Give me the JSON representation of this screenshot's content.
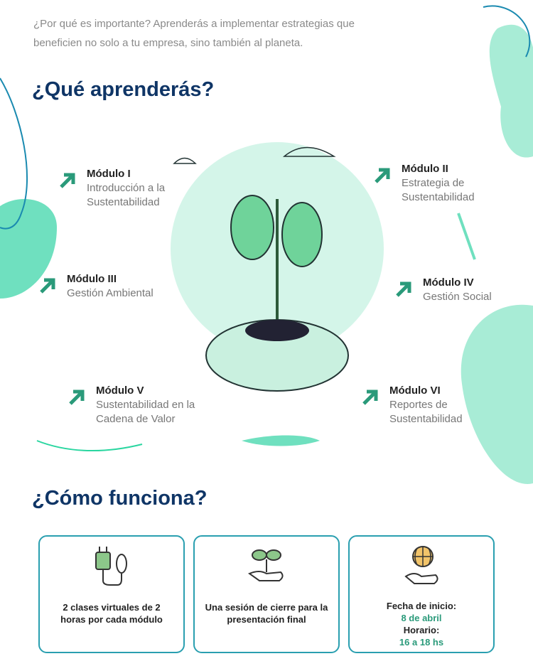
{
  "intro": "¿Por qué es importante? Aprenderás a implementar estrategias que beneficien no solo a tu empresa, sino también al planeta.",
  "section1_title": "¿Qué aprenderás?",
  "modules": [
    {
      "title": "Módulo I",
      "subtitle": "Introducción a la Sustentabilidad"
    },
    {
      "title": "Módulo II",
      "subtitle": "Estrategia de Sustentabilidad"
    },
    {
      "title": "Módulo III",
      "subtitle": "Gestión Ambiental"
    },
    {
      "title": "Módulo IV",
      "subtitle": "Gestión Social"
    },
    {
      "title": "Módulo V",
      "subtitle": "Sustentabilidad en la Cadena de Valor"
    },
    {
      "title": "Módulo VI",
      "subtitle": "Reportes de Sustentabilidad"
    }
  ],
  "section2_title": "¿Cómo funciona?",
  "cards": [
    {
      "icon": "plug-leaf-icon",
      "text": "2 clases virtuales de 2 horas por cada módulo"
    },
    {
      "icon": "hand-plant-icon",
      "text": "Una sesión de cierre para la presentación final"
    },
    {
      "icon": "hand-globe-icon",
      "l1": "Fecha de inicio:",
      "l2": "8 de abril",
      "l3": "Horario:",
      "l4": "16 a 18 hs"
    }
  ],
  "colors": {
    "accent": "#2a9a7a",
    "title": "#0f3566",
    "mint": "#7fe3c4"
  }
}
